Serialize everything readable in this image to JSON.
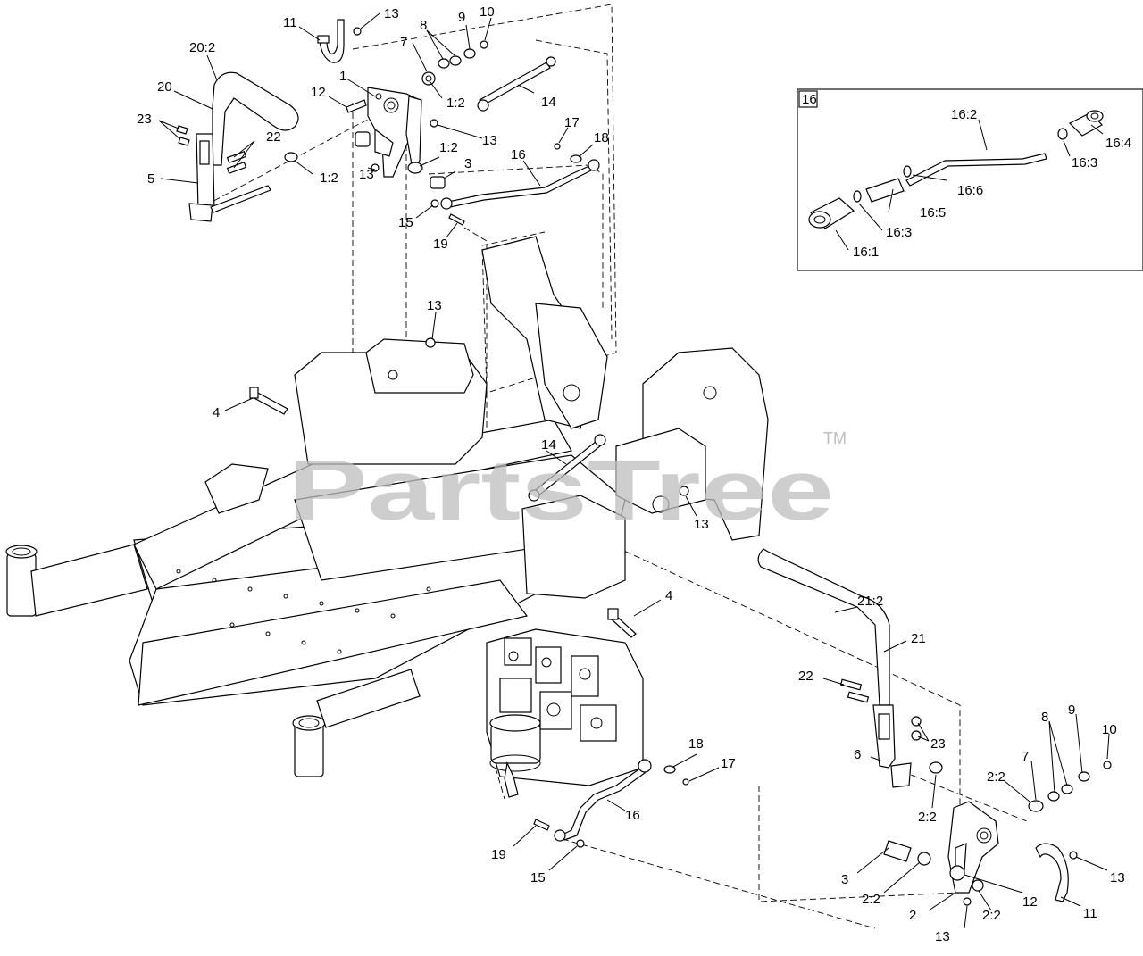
{
  "watermark": {
    "brand": "PartsTree",
    "trademark": "TM"
  },
  "inset": {
    "number": "16",
    "labels": [
      "16:2",
      "16:4",
      "16:3",
      "16:6",
      "16:5",
      "16:3",
      "16:1"
    ]
  },
  "callouts": {
    "top_left": [
      "11",
      "13",
      "20:2",
      "10",
      "9",
      "8",
      "7",
      "1",
      "20",
      "12",
      "1:2",
      "14",
      "23",
      "22",
      "13",
      "17",
      "1:2",
      "18",
      "1:2",
      "16",
      "5",
      "3",
      "13",
      "15",
      "19",
      "13",
      "4"
    ],
    "center": [
      "14",
      "13",
      "4"
    ],
    "bottom_right": [
      "21:2",
      "21",
      "22",
      "23",
      "6",
      "10",
      "9",
      "8",
      "7",
      "2:2",
      "2:2",
      "3",
      "2:2",
      "12",
      "13",
      "11",
      "2",
      "2:2",
      "13"
    ],
    "bottom_center": [
      "18",
      "17",
      "16",
      "19",
      "15"
    ]
  }
}
